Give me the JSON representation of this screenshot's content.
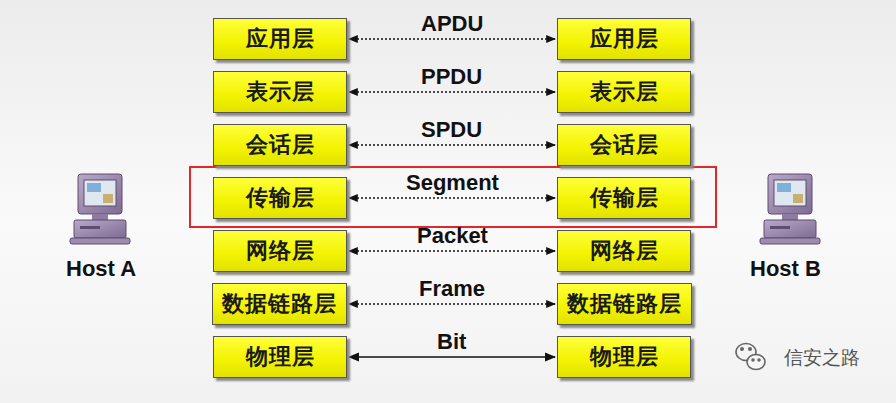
{
  "diagram": {
    "nodes": [
      {
        "text": [
          "应用层"
        ]
      },
      {
        "text": [
          "应用层"
        ]
      },
      {
        "text": [
          "表示层"
        ]
      },
      {
        "text": [
          "表示层"
        ]
      },
      {
        "text": [
          "会话层"
        ]
      },
      {
        "text": [
          "会话层"
        ]
      },
      {
        "text": [
          "传输层"
        ]
      },
      {
        "text": [
          "传输层"
        ]
      },
      {
        "text": [
          "网络层"
        ]
      },
      {
        "text": [
          "网络层"
        ]
      },
      {
        "text": [
          "数据链路层"
        ]
      },
      {
        "text": [
          "数据链路层"
        ]
      },
      {
        "text": [
          "物理层"
        ]
      },
      {
        "text": [
          "物理层"
        ]
      }
    ],
    "edges": [
      {
        "from": 0,
        "to": 1,
        "arrow": "both",
        "label": "APDU"
      },
      {
        "from": 2,
        "to": 3,
        "arrow": "both",
        "label": "PPDU"
      },
      {
        "from": 4,
        "to": 5,
        "arrow": "both",
        "label": "SPDU"
      },
      {
        "from": 6,
        "to": 7,
        "arrow": "both",
        "label": "Segment"
      },
      {
        "from": 8,
        "to": 9,
        "arrow": "both",
        "label": "Packet"
      },
      {
        "from": 10,
        "to": 11,
        "arrow": "both",
        "label": "Frame"
      },
      {
        "from": 12,
        "to": 13,
        "arrow": "both",
        "label": "Bit"
      }
    ],
    "labels": [
      "Host A",
      "Host B",
      "信安之路"
    ]
  }
}
